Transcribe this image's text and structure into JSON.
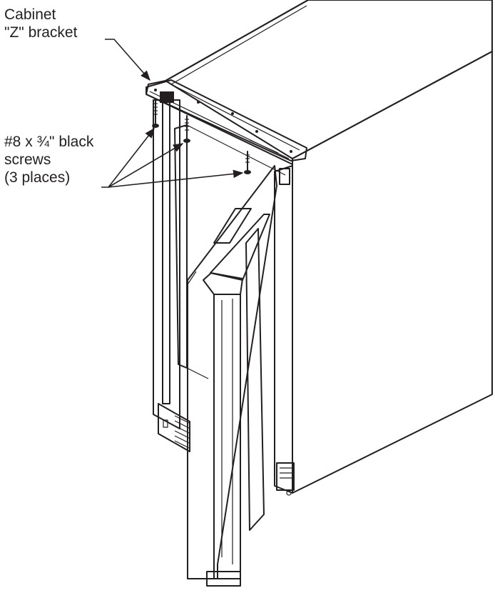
{
  "callouts": {
    "bracket_line1": "Cabinet",
    "bracket_line2": "\"Z\" bracket",
    "screws_line1": "#8 x ¾\" black",
    "screws_line2": "screws",
    "screws_line3": "(3 places)"
  },
  "colors": {
    "ink": "#231f20",
    "paper": "#ffffff"
  }
}
